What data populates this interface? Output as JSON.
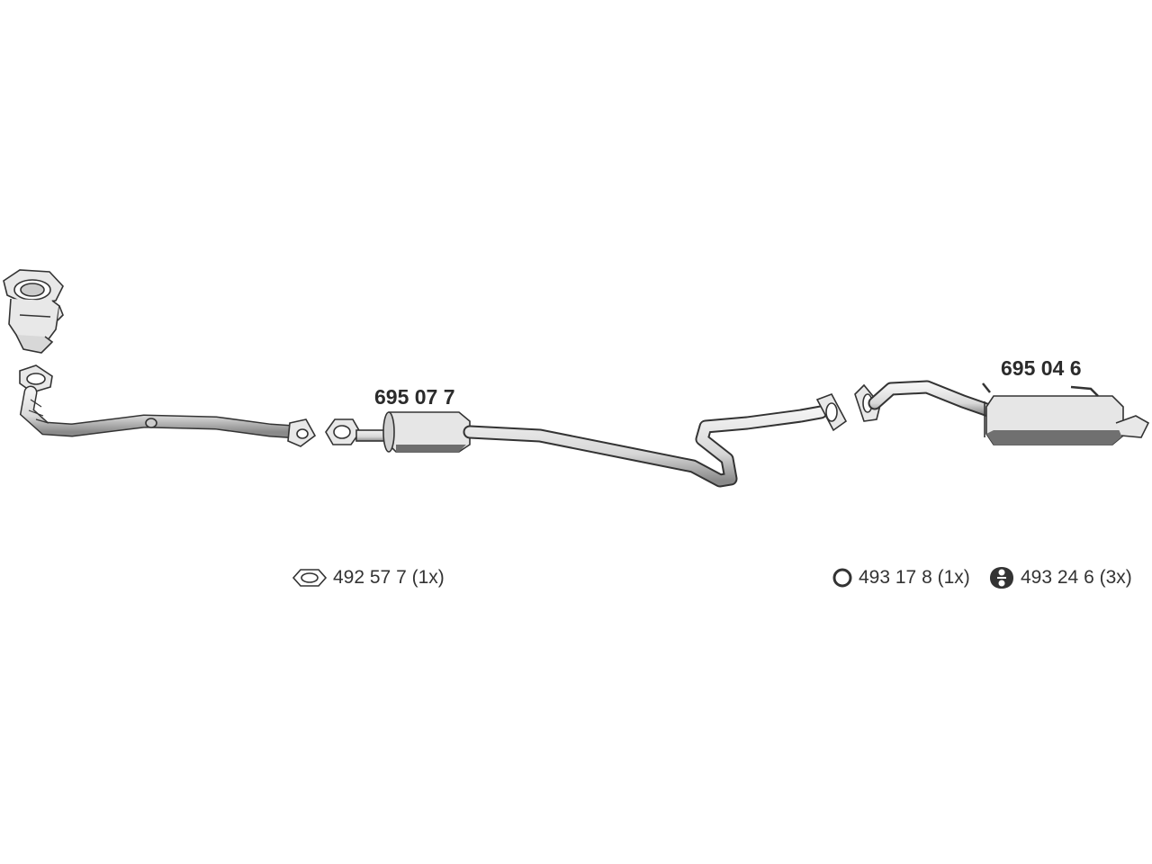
{
  "parts": [
    {
      "id": "center-silencer",
      "number": "695 07 7"
    },
    {
      "id": "rear-silencer",
      "number": "695 04 6"
    }
  ],
  "accessories": [
    {
      "id": "gasket-oval",
      "icon": "oval-gasket-icon",
      "text": "492 57 7 (1x)"
    },
    {
      "id": "ring",
      "icon": "ring-icon",
      "text": "493 17 8 (1x)"
    },
    {
      "id": "hanger",
      "icon": "rubber-hanger-icon",
      "text": "493 24 6 (3x)"
    }
  ],
  "colors": {
    "line": "#333333",
    "fill": "#e6e6e6",
    "shade": "#7a7a7a",
    "background": "#ffffff"
  }
}
